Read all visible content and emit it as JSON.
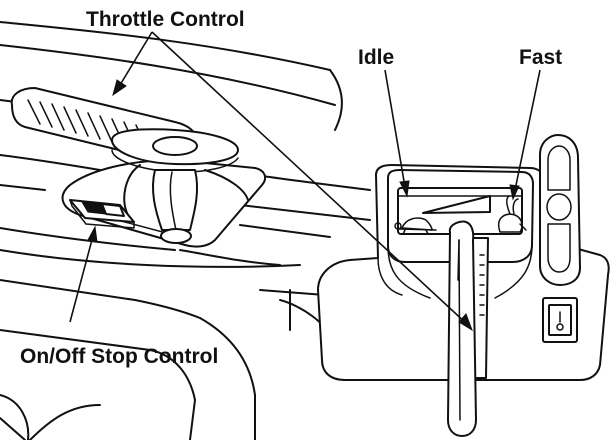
{
  "labels": {
    "throttle_control": "Throttle Control",
    "idle": "Idle",
    "fast": "Fast",
    "on_off_stop_control": "On/Off Stop Control"
  },
  "icons": {
    "idle_symbol": "turtle-icon",
    "fast_symbol": "rabbit-icon",
    "speed_wedge": "speed-ramp-icon"
  },
  "colors": {
    "ink": "#111111",
    "background": "#ffffff"
  }
}
